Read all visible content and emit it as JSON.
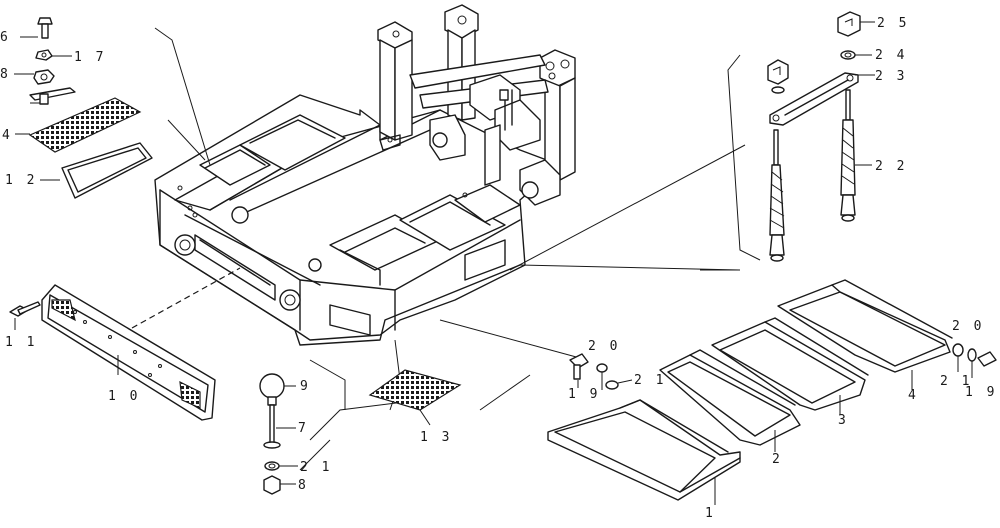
{
  "callouts": [
    {
      "id": "1",
      "text": "1"
    },
    {
      "id": "2",
      "text": "2"
    },
    {
      "id": "3",
      "text": "3"
    },
    {
      "id": "4a",
      "text": "4"
    },
    {
      "id": "4b",
      "text": "4"
    },
    {
      "id": "6",
      "text": "6"
    },
    {
      "id": "7",
      "text": "7"
    },
    {
      "id": "8a",
      "text": "8"
    },
    {
      "id": "8b",
      "text": "8"
    },
    {
      "id": "9",
      "text": "9"
    },
    {
      "id": "10",
      "text": "1 0"
    },
    {
      "id": "11",
      "text": "1 1"
    },
    {
      "id": "12",
      "text": "1 2"
    },
    {
      "id": "13",
      "text": "1 3"
    },
    {
      "id": "17",
      "text": "1 7"
    },
    {
      "id": "19a",
      "text": "1 9"
    },
    {
      "id": "19b",
      "text": "1 9"
    },
    {
      "id": "20a",
      "text": "2 0"
    },
    {
      "id": "20b",
      "text": "2 0"
    },
    {
      "id": "21a",
      "text": "2 1"
    },
    {
      "id": "21b",
      "text": "2 1"
    },
    {
      "id": "21c",
      "text": "2 1"
    },
    {
      "id": "22",
      "text": "2 2"
    },
    {
      "id": "23",
      "text": "2 3"
    },
    {
      "id": "24",
      "text": "2 4"
    },
    {
      "id": "25",
      "text": "2 5"
    }
  ]
}
